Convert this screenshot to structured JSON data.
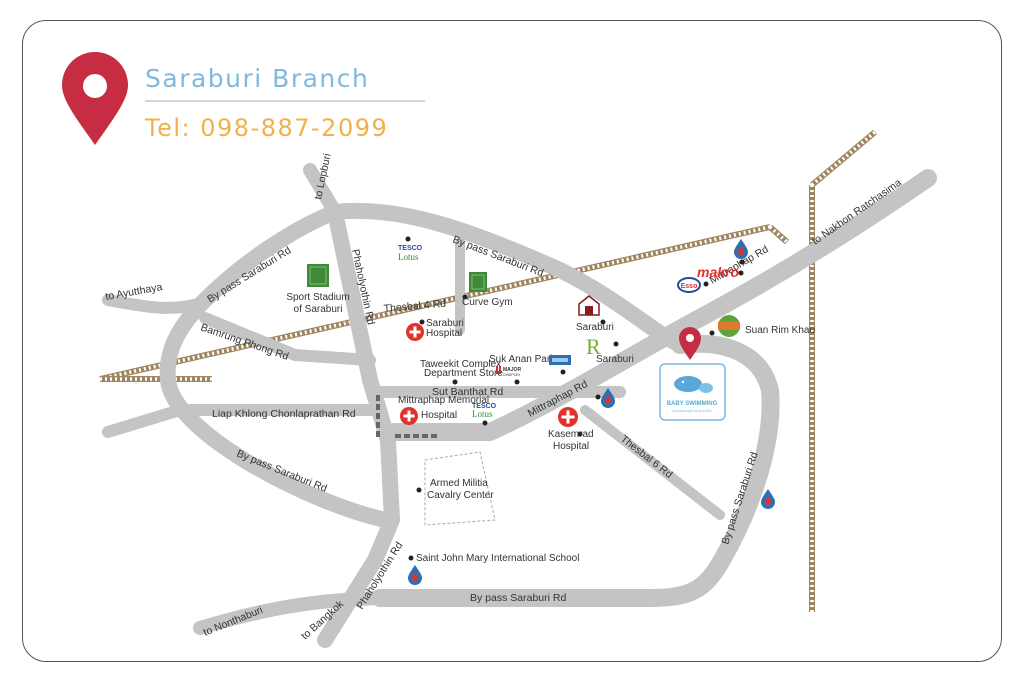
{
  "header": {
    "title": "Saraburi Branch",
    "phone": "Tel: 098-887-2099"
  },
  "roads": {
    "lopburi": "to Lopburi",
    "ayutthaya": "to Ayutthaya",
    "nakhon": "to Nakhon Ratchasima",
    "nonthaburi": "to Nonthaburi",
    "bangkok": "to Bangkok",
    "phahol_top": "Phaholyothin Rd",
    "phahol_bottom": "Phaholyothin Rd",
    "bypass_top_left": "By pass Saraburi Rd",
    "bypass_top": "By pass Saraburi Rd",
    "bypass_left": "By pass Saraburi Rd",
    "bypass_bottom": "By pass Saraburi Rd",
    "bypass_right": "By pass Saraburi Rd",
    "bamrung": "Bamrung Phong Rd",
    "liap": "Liap Khlong Chonlaprathan Rd",
    "thesbal4": "Thesbal 4 Rd",
    "thesbal6": "Thesbal 6 Rd",
    "sut": "Sut Banthat Rd",
    "mittraphap_center": "Mittraphap Rd",
    "mittraphap_right": "Mittraphap Rd"
  },
  "places": {
    "stadium": [
      "Sport Stadium",
      "of Saraburi"
    ],
    "curve_gym": "Curve Gym",
    "saraburi_hospital": [
      "Saraburi",
      "Hospital"
    ],
    "taweekit": [
      "Taweekit Complex",
      "Department Store"
    ],
    "suk_anan": "Suk Anan Park",
    "saraburi_station": "Saraburi",
    "mittraphap_hospital": [
      "Mittraphap Memorial",
      "Hospital"
    ],
    "kasemrad": [
      "Kasemrad",
      "Hospital"
    ],
    "armed": [
      "Armed Militia",
      "Cavalry Center"
    ],
    "saint_john": "Saint John Mary International School",
    "suan_rim_khao": "Suan Rim Khao",
    "r_saraburi": "Saraburi"
  },
  "logos": {
    "tesco_top": [
      "TESCO",
      "Lotus"
    ],
    "tesco_bottom": [
      "TESCO",
      "Lotus"
    ],
    "makro": "makro",
    "esso": "Esso",
    "major": [
      "MAJOR",
      "CINEPLEX"
    ],
    "baby_swimming": "BABY SWIMMING",
    "baby_tagline": "a precious gift for your kids"
  },
  "icons": {
    "location_pin": "map-pin-icon",
    "hospital": "hospital-cross-icon",
    "gas_station": "gas-drop-icon",
    "railway": "railway-track"
  },
  "colors": {
    "pin": "#c62d42",
    "title": "#7fb9dd",
    "phone": "#f2b049",
    "road": "#c4c4c4",
    "rail": "#a08660",
    "hospital": "#e0322b",
    "stadium": "#3e8a36"
  }
}
